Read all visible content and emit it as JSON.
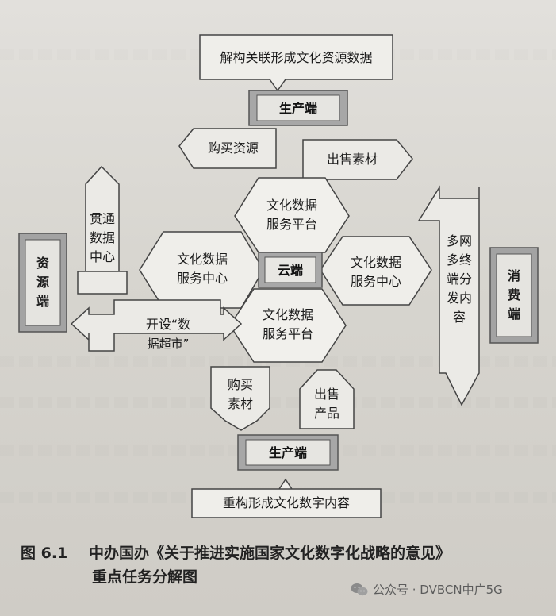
{
  "diagram": {
    "top_callout": "解构关联形成文化资源数据",
    "top_producer": "生产端",
    "buy_resources": "购买资源",
    "sell_materials": "出售素材",
    "platform_top": [
      "文化数据",
      "服务平台"
    ],
    "center_left": [
      "文化数据",
      "服务中心"
    ],
    "center_right": [
      "文化数据",
      "服务中心"
    ],
    "cloud": "云端",
    "platform_bottom": [
      "文化数据",
      "服务平台"
    ],
    "left_data_center": "贯通\n数据\n中心",
    "data_market": [
      "开设“数",
      "据超市”"
    ],
    "resource_end": "资\n源\n端",
    "multi_distribution": "多网\n多终\n端分\n发内\n容",
    "consumer_end": "消\n费\n端",
    "buy_materials": [
      "购买",
      "素材"
    ],
    "sell_products": [
      "出售",
      "产品"
    ],
    "bottom_producer": "生产端",
    "bottom_callout": "重构形成文化数字内容"
  },
  "caption": {
    "label": "图 6.1",
    "title_line1": "中办国办《关于推进实施国家文化数字化战略的意见》",
    "title_line2": "重点任务分解图"
  },
  "watermark": {
    "text": "公众号 · DVBCN中广5G",
    "icon": "wechat-icon"
  }
}
